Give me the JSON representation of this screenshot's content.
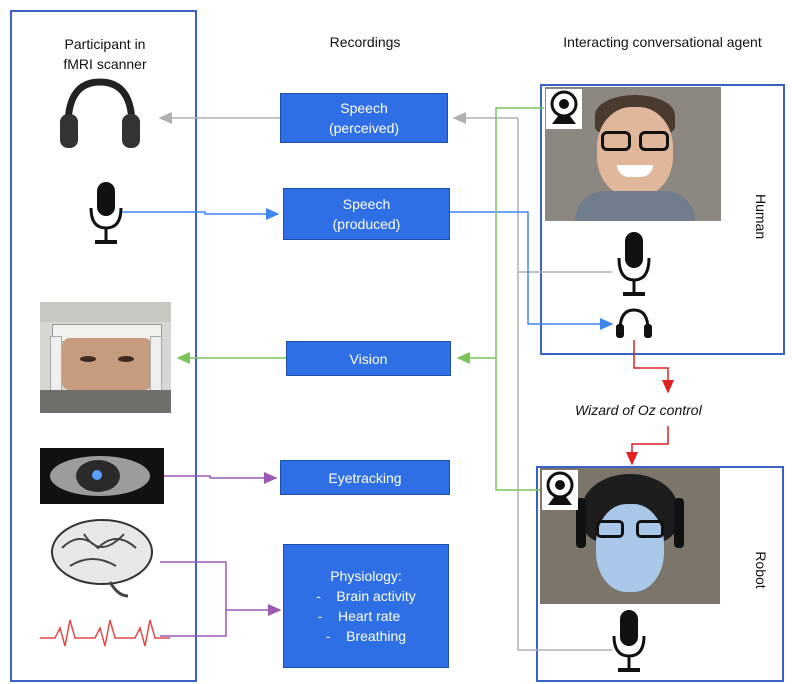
{
  "headers": {
    "participant": [
      "Participant in",
      "fMRI scanner"
    ],
    "recordings": "Recordings",
    "agent": "Interacting conversational agent"
  },
  "boxes": {
    "speech_perceived": [
      "Speech",
      "(perceived)"
    ],
    "speech_produced": [
      "Speech",
      "(produced)"
    ],
    "vision": "Vision",
    "eyetracking": "Eyetracking",
    "physiology": [
      "Physiology:",
      "-    Brain activity",
      "-    Heart rate",
      "-    Breathing"
    ]
  },
  "agents": {
    "human": "Human",
    "robot": "Robot"
  },
  "control_label": "Wizard of Oz control",
  "colors": {
    "panel_border": "#3a62c4",
    "box_fill": "#2f6fe6",
    "arrow_gray": "#b0b0b0",
    "arrow_blue": "#3f86f0",
    "arrow_green": "#7cc45a",
    "arrow_purple": "#9b59b6",
    "arrow_red": "#e02020"
  },
  "icons": [
    "headphones-icon",
    "microphone-icon",
    "webcam-icon",
    "brain-icon",
    "heartbeat-icon",
    "eye-icon"
  ]
}
